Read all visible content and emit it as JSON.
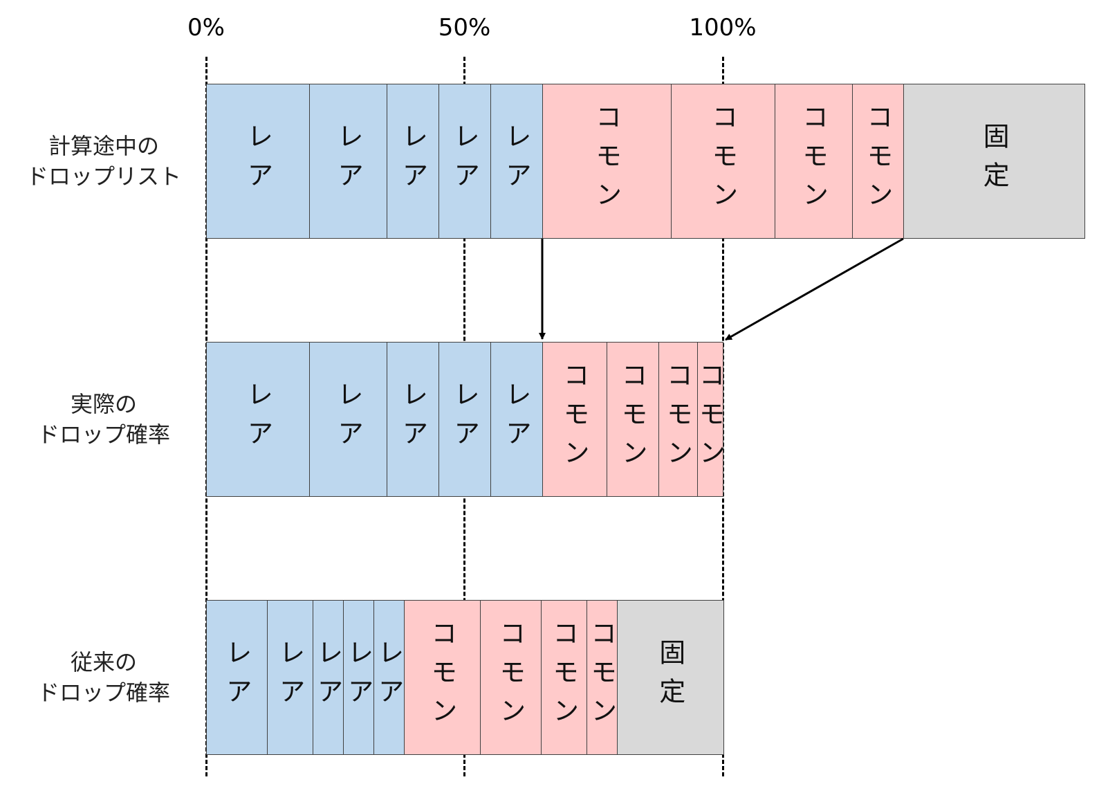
{
  "axis": {
    "ticks": [
      {
        "label": "0%",
        "value": 0
      },
      {
        "label": "50%",
        "value": 50
      },
      {
        "label": "100%",
        "value": 100
      }
    ]
  },
  "colors": {
    "rare": "#BDD7EE",
    "common": "#FFCACA",
    "fixed": "#D9D9D9"
  },
  "rows": [
    {
      "label_line1": "計算途中の",
      "label_line2": "ドロップリスト",
      "segments": [
        {
          "type": "rare",
          "label": "レア",
          "percent": 20
        },
        {
          "type": "rare",
          "label": "レア",
          "percent": 15
        },
        {
          "type": "rare",
          "label": "レア",
          "percent": 10
        },
        {
          "type": "rare",
          "label": "レア",
          "percent": 10
        },
        {
          "type": "rare",
          "label": "レア",
          "percent": 10
        },
        {
          "type": "common",
          "label": "コモン",
          "percent": 25
        },
        {
          "type": "common",
          "label": "コモン",
          "percent": 20
        },
        {
          "type": "common",
          "label": "コモン",
          "percent": 15
        },
        {
          "type": "common",
          "label": "コモン",
          "percent": 10
        },
        {
          "type": "fixed",
          "label": "固定",
          "percent": 35
        }
      ]
    },
    {
      "label_line1": "実際の",
      "label_line2": "ドロップ確率",
      "segments": [
        {
          "type": "rare",
          "label": "レア",
          "percent": 20
        },
        {
          "type": "rare",
          "label": "レア",
          "percent": 15
        },
        {
          "type": "rare",
          "label": "レア",
          "percent": 10
        },
        {
          "type": "rare",
          "label": "レア",
          "percent": 10
        },
        {
          "type": "rare",
          "label": "レア",
          "percent": 10
        },
        {
          "type": "common",
          "label": "コモン",
          "percent": 12.5
        },
        {
          "type": "common",
          "label": "コモン",
          "percent": 10
        },
        {
          "type": "common",
          "label": "コモン",
          "percent": 7.5
        },
        {
          "type": "common",
          "label": "コモン",
          "percent": 5
        }
      ]
    },
    {
      "label_line1": "従来の",
      "label_line2": "ドロップ確率",
      "segments": [
        {
          "type": "rare",
          "label": "レア",
          "percent": 11.8
        },
        {
          "type": "rare",
          "label": "レア",
          "percent": 8.8
        },
        {
          "type": "rare",
          "label": "レア",
          "percent": 5.9
        },
        {
          "type": "rare",
          "label": "レア",
          "percent": 5.9
        },
        {
          "type": "rare",
          "label": "レア",
          "percent": 5.9
        },
        {
          "type": "common",
          "label": "コモン",
          "percent": 14.7
        },
        {
          "type": "common",
          "label": "コモン",
          "percent": 11.8
        },
        {
          "type": "common",
          "label": "コモン",
          "percent": 8.8
        },
        {
          "type": "common",
          "label": "コモン",
          "percent": 5.9
        },
        {
          "type": "fixed",
          "label": "固定",
          "percent": 20.6
        }
      ]
    }
  ]
}
